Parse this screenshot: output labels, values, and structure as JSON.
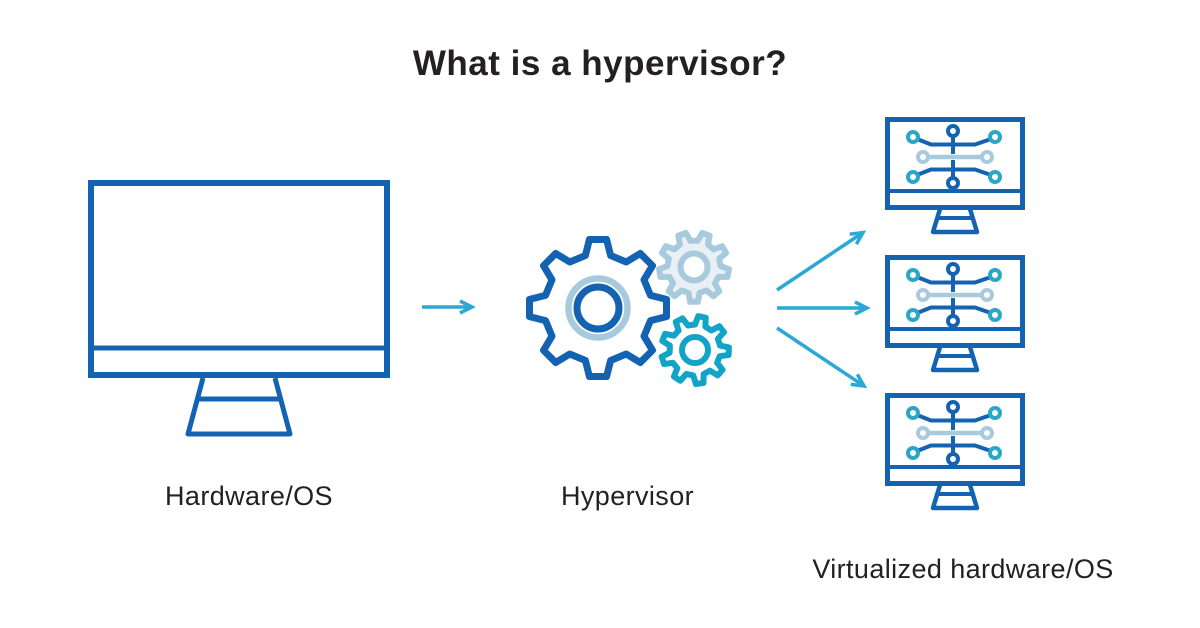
{
  "title": "What is a hypervisor?",
  "diagram": {
    "source": {
      "label": "Hardware/OS",
      "icon": "monitor-icon"
    },
    "process": {
      "label": "Hypervisor",
      "icon": "gears-icon"
    },
    "output": {
      "label": "Virtualized hardware/OS",
      "icon": "vm-circuit-monitor-icon",
      "vm_count": 3
    },
    "flow": [
      "Hardware/OS",
      "Hypervisor",
      "Virtualized hardware/OS"
    ],
    "arrow_icons": [
      "right-arrow-icon",
      "fanout-arrows-icon"
    ]
  },
  "colors": {
    "primary_blue": "#1463B2",
    "cyan": "#29A9D4",
    "teal": "#11A3C8",
    "teal_circle": "#2AA7C7",
    "pale_blue": "#A8CADD",
    "pale_fill": "#E8F0F6",
    "text": "#242021"
  }
}
